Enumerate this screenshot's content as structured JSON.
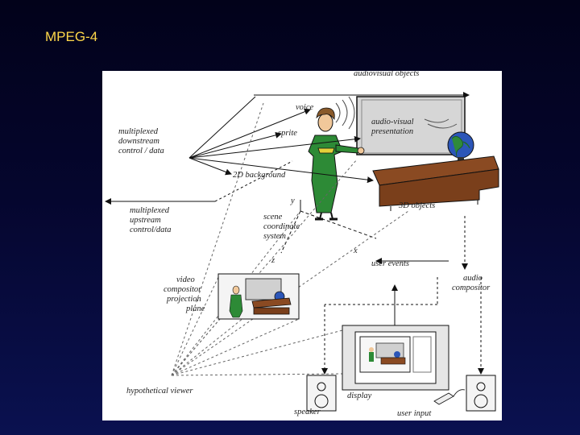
{
  "slide": {
    "title": "MPEG-4"
  },
  "diagram": {
    "labels": {
      "audiovisual_objects": "audiovisual objects",
      "voice": "voice",
      "sprite": "sprite",
      "av_presentation_1": "audio-visual",
      "av_presentation_2": "presentation",
      "mux_down_1": "multiplexed",
      "mux_down_2": "downstream",
      "mux_down_3": "control / data",
      "background_2d": "2D background",
      "mux_up_1": "multiplexed",
      "mux_up_2": "upstream",
      "mux_up_3": "control/data",
      "axis_y": "y",
      "objects_3d": "3D objects",
      "scene_coord_1": "scene",
      "scene_coord_2": "coordinate",
      "scene_coord_3": "system",
      "axis_x": "x",
      "axis_z": "z",
      "user_events": "user events",
      "audio_comp_1": "audio",
      "audio_comp_2": "compositor",
      "video_comp_1": "video",
      "video_comp_2": "compositor",
      "video_comp_3": "projection",
      "video_comp_4": "plane",
      "hypothetical_viewer": "hypothetical viewer",
      "display": "display",
      "speaker": "speaker",
      "user_input": "user input"
    }
  }
}
